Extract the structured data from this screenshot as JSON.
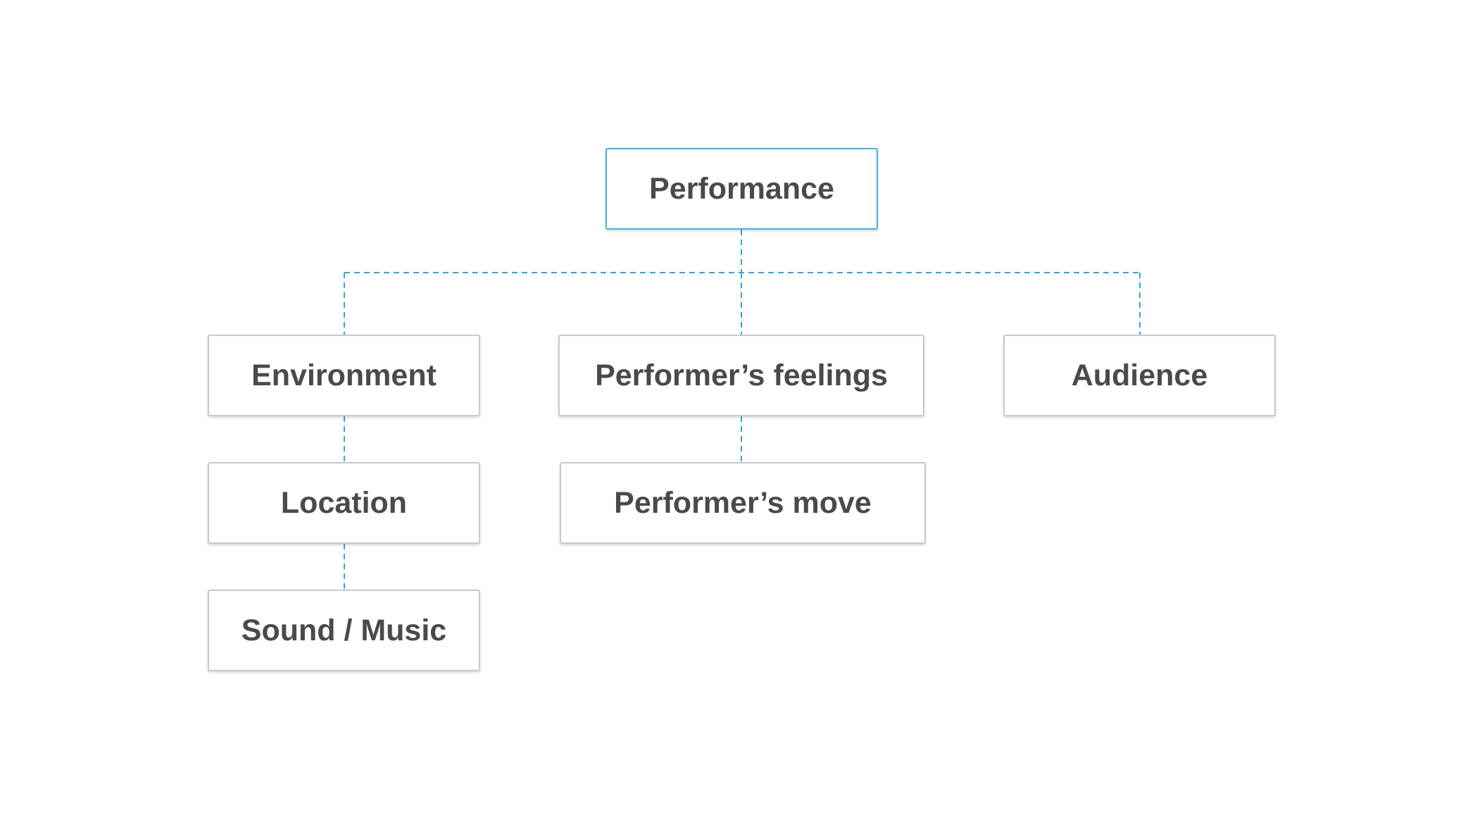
{
  "colors": {
    "connector": "#2ea8cf",
    "root_border": "#3fb6dc",
    "node_border": "#c9c9c9",
    "text": "#4a4a4a"
  },
  "nodes": {
    "performance": "Performance",
    "environment": "Environment",
    "performers_feelings": "Performer’s feelings",
    "audience": "Audience",
    "location": "Location",
    "performers_move": "Performer’s move",
    "sound_music": "Sound / Music"
  }
}
